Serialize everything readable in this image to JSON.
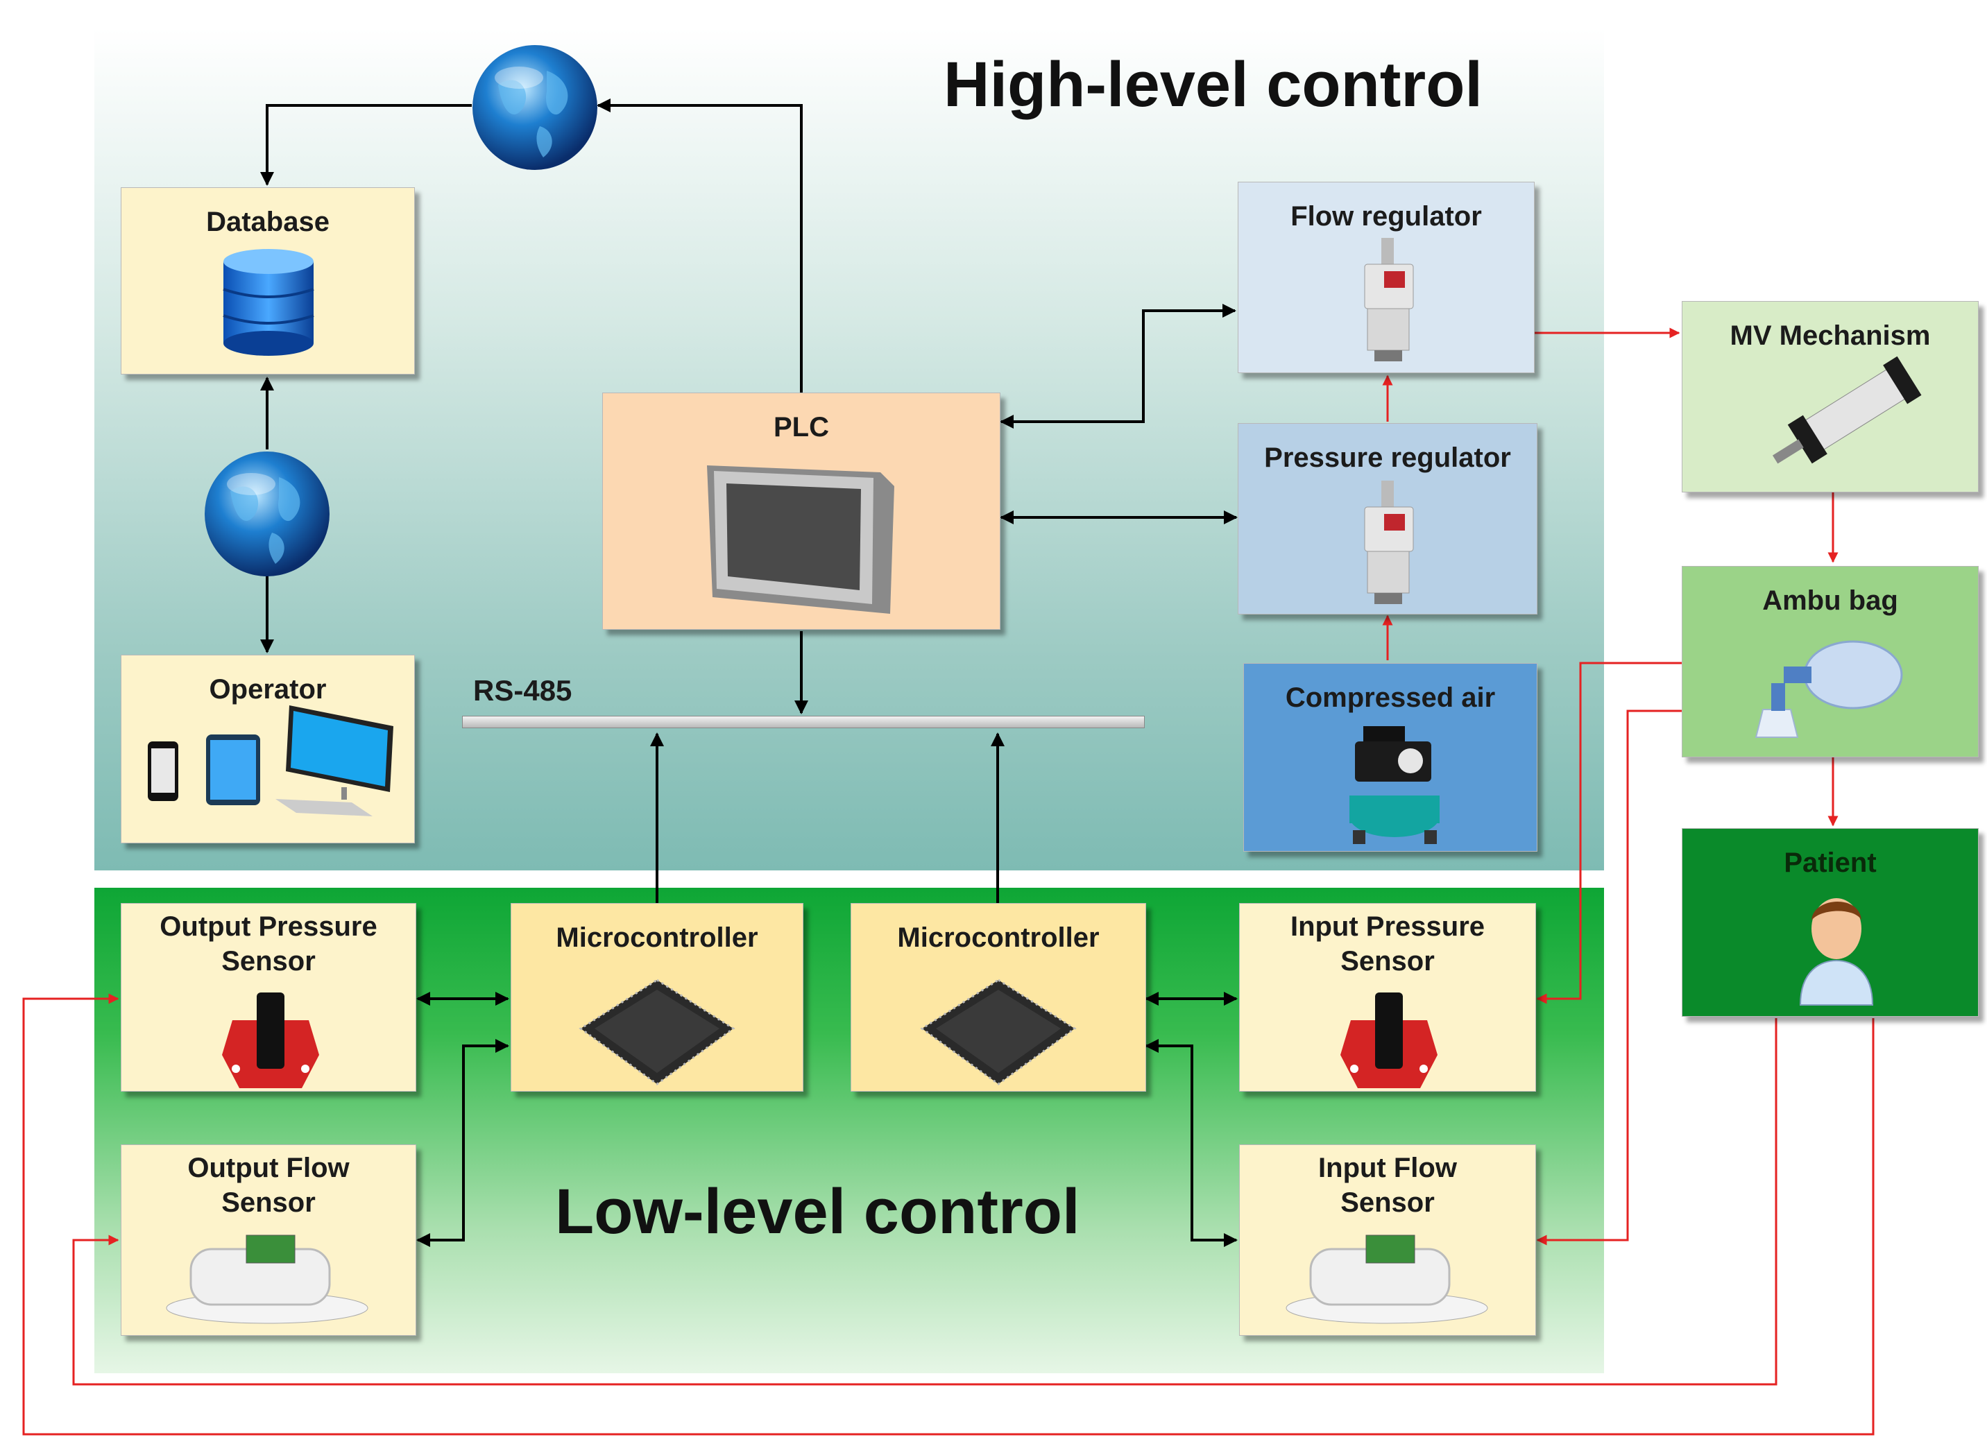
{
  "diagram": {
    "high_level_title": "High-level control",
    "low_level_title": "Low-level control",
    "bus_label": "RS-485",
    "nodes": {
      "database": "Database",
      "operator": "Operator",
      "plc": "PLC",
      "flow_regulator": "Flow regulator",
      "pressure_regulator": "Pressure regulator",
      "compressed_air": "Compressed air",
      "mv_mechanism": "MV Mechanism",
      "ambu_bag": "Ambu bag",
      "patient": "Patient",
      "output_pressure_sensor": "Output Pressure\nSensor",
      "output_flow_sensor": "Output Flow\nSensor",
      "microcontroller_left": "Microcontroller",
      "microcontroller_right": "Microcontroller",
      "input_pressure_sensor": "Input Pressure\nSensor",
      "input_flow_sensor": "Input Flow\nSensor"
    },
    "colors": {
      "signal_arrow": "#000000",
      "pneumatic_arrow": "#e52222",
      "plc_box": "#fcd8b2",
      "low_box": "#fde7a3",
      "db_box": "#fdf3cb",
      "regulator_box": "#d9e6f2",
      "compressed_air_box": "#5b9bd5",
      "green_box": "#c6e0b4",
      "patient_box": "#0a8a2a"
    }
  }
}
